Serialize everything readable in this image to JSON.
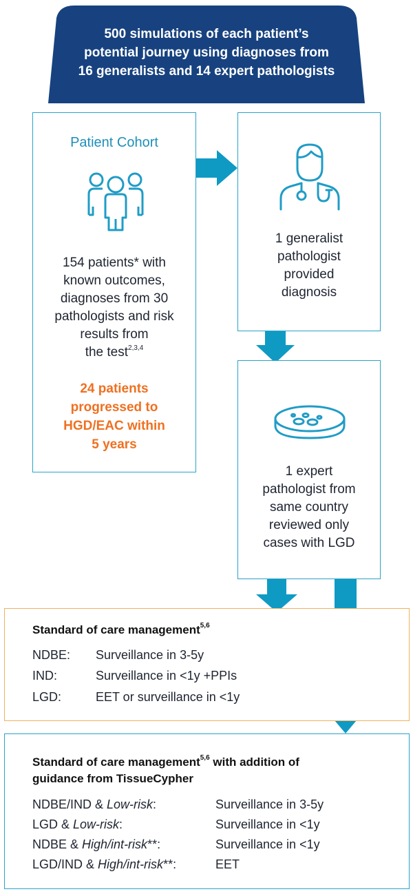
{
  "header": {
    "line1": "500 simulations of each patient’s",
    "line2": "potential journey using diagnoses from",
    "line3": "16 generalists and 14 expert pathologists"
  },
  "cohort": {
    "title": "Patient Cohort",
    "icon": "people-group-icon",
    "desc_lines": [
      "154 patients* with",
      "known outcomes,",
      "diagnoses from 30",
      "pathologists and risk",
      "results from"
    ],
    "desc_last": "the test",
    "desc_refs": "2,3,4",
    "progress_lines": [
      "24 patients",
      "progressed to",
      "HGD/EAC within",
      "5 years"
    ]
  },
  "generalist": {
    "icon": "doctor-icon",
    "lines": [
      "1 generalist",
      "pathologist",
      "provided",
      "diagnosis"
    ]
  },
  "expert": {
    "icon": "petri-dish-icon",
    "lines": [
      "1 expert",
      "pathologist from",
      "same country",
      "reviewed only",
      "cases with LGD"
    ]
  },
  "soc": {
    "title": "Standard of care management",
    "refs": "5,6",
    "rows": [
      {
        "label": "NDBE:",
        "value": "Surveillance in 3-5y"
      },
      {
        "label": "IND:",
        "value": "Surveillance in <1y +PPIs"
      },
      {
        "label": "LGD:",
        "value": "EET or surveillance in <1y"
      }
    ]
  },
  "tc": {
    "title_a": "Standard of care management",
    "refs": "5,6",
    "title_b": " with addition of",
    "title_line2": "guidance from TissueCypher",
    "rows": [
      {
        "label_pre": "NDBE/IND & ",
        "label_em": "Low-risk",
        "label_post": ":",
        "value": "Surveillance in 3-5y"
      },
      {
        "label_pre": "LGD & ",
        "label_em": "Low-risk",
        "label_post": ":",
        "value": "Surveillance in <1y"
      },
      {
        "label_pre": "NDBE & ",
        "label_em": "High/int-risk",
        "label_post": "**:",
        "value": "Surveillance in <1y"
      },
      {
        "label_pre": "LGD/IND & ",
        "label_em": "High/int-risk",
        "label_post": "**:",
        "value": "EET"
      }
    ]
  },
  "colors": {
    "header_bg": "#17427f",
    "teal": "#0f9ac4",
    "box_border": "#2aa3c9",
    "orange": "#ef7020",
    "soc_border": "#f0b25d"
  }
}
